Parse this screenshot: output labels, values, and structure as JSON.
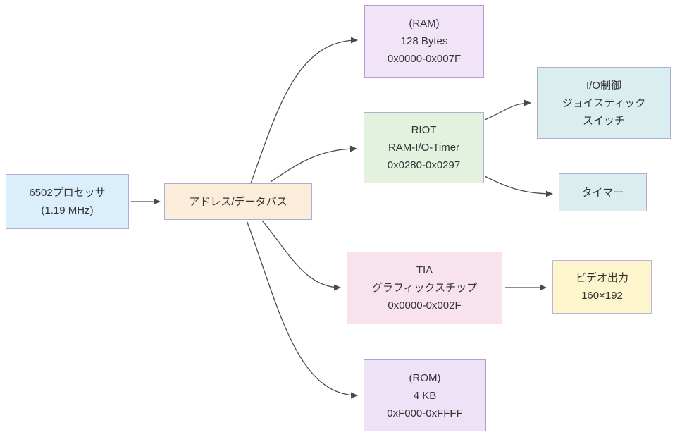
{
  "nodes": {
    "cpu": {
      "lines": [
        "6502プロセッサ",
        "(1.19 MHz)"
      ],
      "fill": "#daeefb",
      "border": "#b2abd8"
    },
    "bus": {
      "lines": [
        "アドレス/データバス"
      ],
      "fill": "#fcecda",
      "border": "#b2abd8"
    },
    "ram": {
      "lines": [
        "(RAM)",
        "128 Bytes",
        "0x0000-0x007F"
      ],
      "fill": "#f1e4f7",
      "border": "#b49bd5"
    },
    "riot": {
      "lines": [
        "RIOT",
        "RAM-I/O-Timer",
        "0x0280-0x0297"
      ],
      "fill": "#e3f2df",
      "border": "#b4add7"
    },
    "io": {
      "lines": [
        "I/O制御",
        "ジョイスティック",
        "スイッチ"
      ],
      "fill": "#daeef0",
      "border": "#b2abd8"
    },
    "timer": {
      "lines": [
        "タイマー"
      ],
      "fill": "#daeef0",
      "border": "#b2abd8"
    },
    "tia": {
      "lines": [
        "TIA",
        "グラフィックスチップ",
        "0x0000-0x002F"
      ],
      "fill": "#f8e2ed",
      "border": "#c3a3cd"
    },
    "video": {
      "lines": [
        "ビデオ出力",
        "160×192"
      ],
      "fill": "#fdf5cc",
      "border": "#bcb3da"
    },
    "rom": {
      "lines": [
        "(ROM)",
        "4 KB",
        "0xF000-0xFFFF"
      ],
      "fill": "#eee2f7",
      "border": "#b49bd5"
    }
  },
  "edges": [
    {
      "from": "cpu",
      "to": "bus"
    },
    {
      "from": "bus",
      "to": "ram"
    },
    {
      "from": "bus",
      "to": "riot"
    },
    {
      "from": "bus",
      "to": "tia"
    },
    {
      "from": "bus",
      "to": "rom"
    },
    {
      "from": "riot",
      "to": "io"
    },
    {
      "from": "riot",
      "to": "timer"
    },
    {
      "from": "tia",
      "to": "video"
    }
  ],
  "colors": {
    "edge": "#4b4b4b",
    "text": "#333333",
    "background": "#ffffff"
  }
}
